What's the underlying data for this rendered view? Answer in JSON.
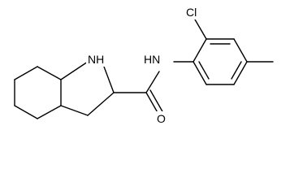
{
  "molecule": {
    "atoms": {
      "nh_ring": "NH",
      "nh_amide": "HN",
      "oxygen": "O",
      "chlorine": "Cl"
    }
  },
  "colors": {
    "bond": "#000000",
    "text": "#000000",
    "background": "#ffffff"
  }
}
